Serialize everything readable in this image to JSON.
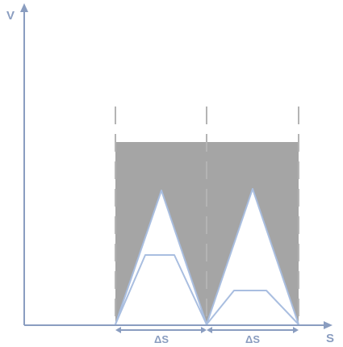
{
  "axes": {
    "y_label": "V",
    "x_label": "S"
  },
  "intervals": [
    {
      "label": "ΔS"
    },
    {
      "label": "ΔS"
    }
  ],
  "colors": {
    "axis": "#8a9dc0",
    "shaded": "#a5a5a5",
    "divider": "#b4b4b4",
    "profile": "#a9bee0",
    "background": "#ffffff"
  }
}
